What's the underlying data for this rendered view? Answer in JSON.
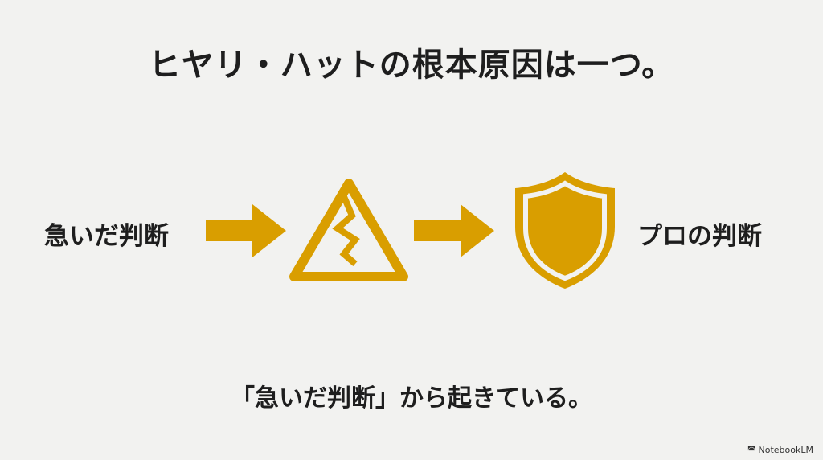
{
  "title": "ヒヤリ・ハットの根本原因は一つ。",
  "flow": {
    "left_label": "急いだ判断",
    "right_label": "プロの判断",
    "icons": [
      "arrow-right-icon",
      "warning-crack-icon",
      "arrow-right-icon",
      "shield-icon"
    ]
  },
  "caption": "「急いだ判断」から起きている。",
  "brand": "NotebookLM",
  "colors": {
    "accent": "#d99e00",
    "background": "#f2f2f0",
    "text": "#1e1e1e"
  }
}
